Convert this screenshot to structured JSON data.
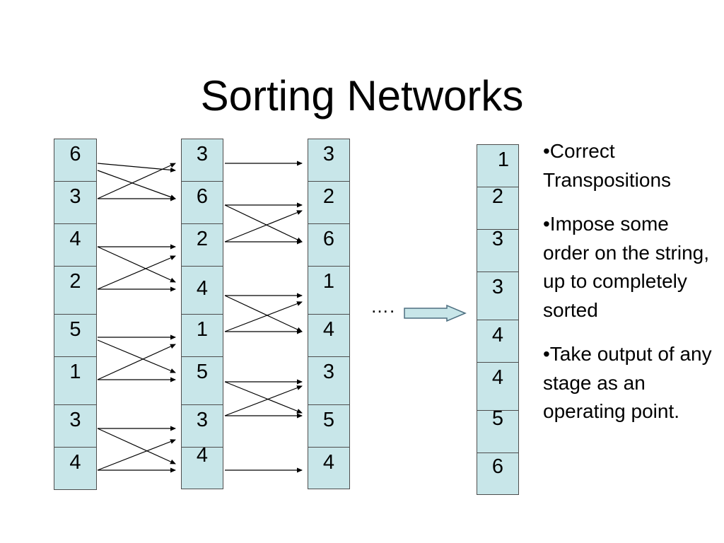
{
  "title": "Sorting Networks",
  "columns": [
    {
      "values": [
        "6",
        "3",
        "4",
        "2",
        "5",
        "1",
        "3",
        "4"
      ]
    },
    {
      "values": [
        "3",
        "6",
        "2",
        "4",
        "1",
        "5",
        "3",
        "4"
      ]
    },
    {
      "values": [
        "3",
        "2",
        "6",
        "1",
        "4",
        "3",
        "5",
        "4"
      ]
    }
  ],
  "result": {
    "values": [
      "1",
      "2",
      "3",
      "3",
      "4",
      "4",
      "5",
      "6"
    ]
  },
  "ellipsis": "….",
  "notes": [
    "•Correct Transpositions",
    "•Impose some order on the string, up to completely sorted",
    "•Take output of any stage as an operating point."
  ],
  "colors": {
    "cell_fill": "#c8e6e9",
    "cell_border": "#4d4d4d",
    "arrow_fill": "#c8e6e9",
    "line": "#000000"
  }
}
